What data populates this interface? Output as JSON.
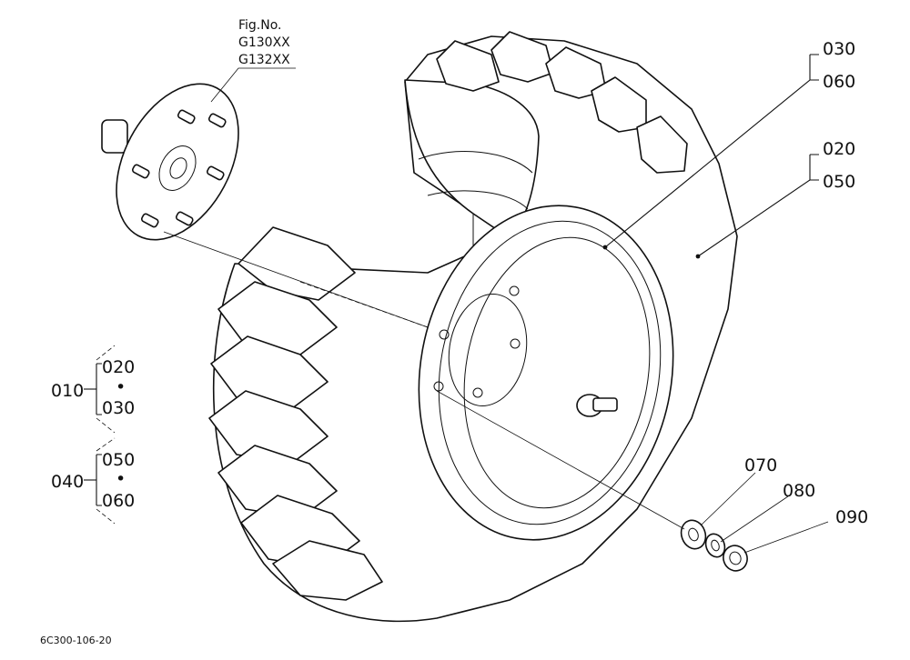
{
  "fig_ref": {
    "title": "Fig.No.",
    "codes": [
      "G130XX",
      "G132XX"
    ]
  },
  "callouts_right": {
    "group_a": [
      "030",
      "060"
    ],
    "group_b": [
      "020",
      "050"
    ],
    "hardware": [
      "070",
      "080",
      "090"
    ]
  },
  "callouts_left": {
    "group_1": {
      "parent": "010",
      "children": [
        "020",
        "030"
      ],
      "sep": "•"
    },
    "group_2": {
      "parent": "040",
      "children": [
        "050",
        "060"
      ],
      "sep": "•"
    }
  },
  "drawing_code": "6C300-106-20"
}
